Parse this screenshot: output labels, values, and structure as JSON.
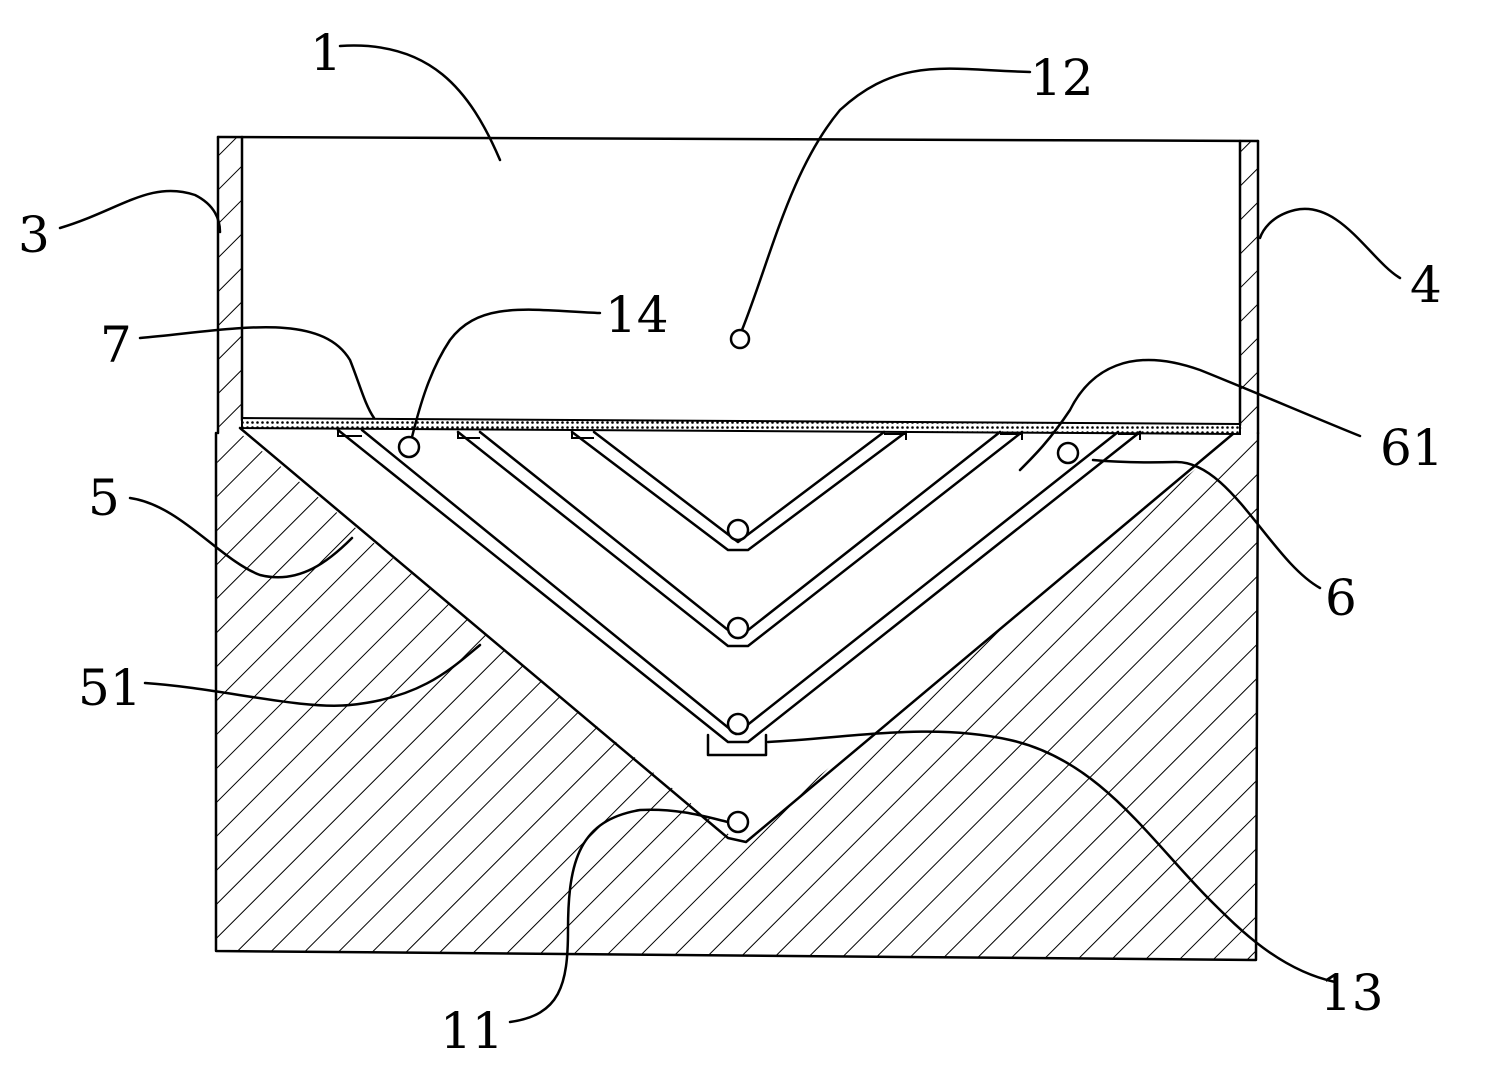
{
  "figure": {
    "labels": [
      {
        "id": "l1",
        "text": "1"
      },
      {
        "id": "l12",
        "text": "12"
      },
      {
        "id": "l3",
        "text": "3"
      },
      {
        "id": "l4",
        "text": "4"
      },
      {
        "id": "l7",
        "text": "7"
      },
      {
        "id": "l14",
        "text": "14"
      },
      {
        "id": "l61",
        "text": "61"
      },
      {
        "id": "l5",
        "text": "5"
      },
      {
        "id": "l6",
        "text": "6"
      },
      {
        "id": "l51",
        "text": "51"
      },
      {
        "id": "l11",
        "text": "11"
      },
      {
        "id": "l13",
        "text": "13"
      }
    ]
  }
}
